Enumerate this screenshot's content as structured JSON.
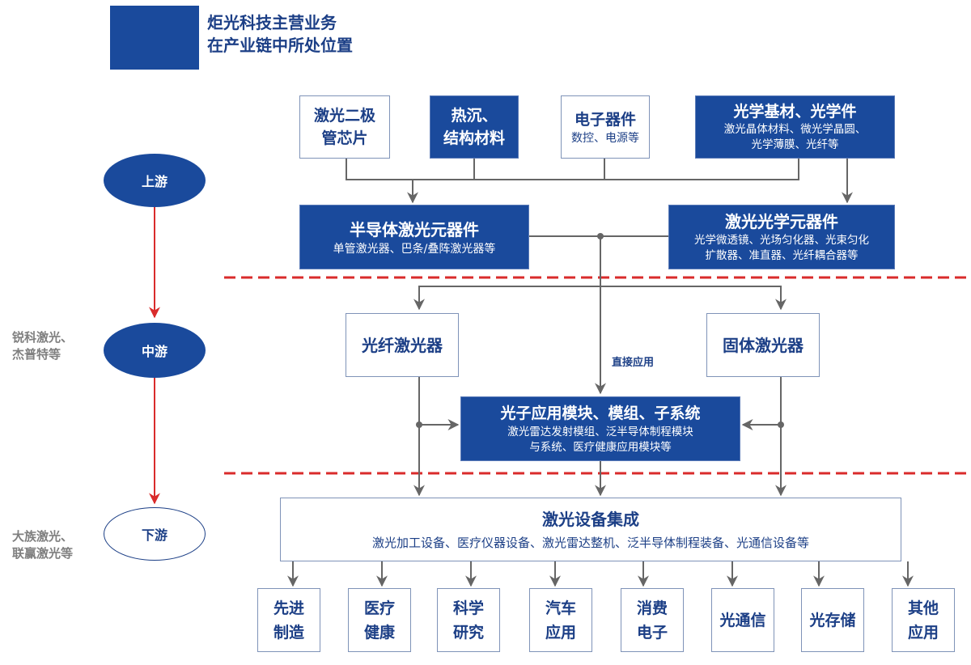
{
  "header": {
    "title_line1": "炬光科技主营业务",
    "title_line2": "在产业链中所处位置"
  },
  "stages": {
    "upstream": "上游",
    "midstream": "中游",
    "downstream": "下游"
  },
  "side_labels": {
    "midstream_line1": "锐科激光、",
    "midstream_line2": "杰普特等",
    "downstream_line1": "大族激光、",
    "downstream_line2": "联赢激光等"
  },
  "upstream_inputs": [
    {
      "title_line1": "激光二极",
      "title_line2": "管芯片",
      "style": "white"
    },
    {
      "title_line1": "热沉、",
      "title_line2": "结构材料",
      "style": "blue"
    },
    {
      "title": "电子器件",
      "sub": "数控、电源等",
      "style": "white"
    },
    {
      "title": "光学基材、光学件",
      "sub_line1": "激光晶体材料、微光学晶圆、",
      "sub_line2": "光学薄膜、光纤等",
      "style": "blue"
    }
  ],
  "components": {
    "semiconductor": {
      "title": "半导体激光元器件",
      "sub": "单管激光器、巴条/叠阵激光器等"
    },
    "optics": {
      "title": "激光光学元器件",
      "sub_line1": "光学微透镜、光场匀化器、光束匀化",
      "sub_line2": "扩散器、准直器、光纤耦合器等"
    }
  },
  "midstream": {
    "fiber_laser": "光纤激光器",
    "solid_laser": "固体激光器",
    "direct_application": "直接应用",
    "module": {
      "title": "光子应用模块、模组、子系统",
      "sub_line1": "激光雷达发射模组、泛半导体制程模块",
      "sub_line2": "与系统、医疗健康应用模块等"
    }
  },
  "downstream": {
    "integration": {
      "title": "激光设备集成",
      "sub": "激光加工设备、医疗仪器设备、激光雷达整机、泛半导体制程装备、光通信设备等"
    },
    "applications": [
      {
        "line1": "先进",
        "line2": "制造"
      },
      {
        "line1": "医疗",
        "line2": "健康"
      },
      {
        "line1": "科学",
        "line2": "研究"
      },
      {
        "line1": "汽车",
        "line2": "应用"
      },
      {
        "line1": "消费",
        "line2": "电子"
      },
      {
        "line1": "光通信",
        "line2": ""
      },
      {
        "line1": "光存储",
        "line2": ""
      },
      {
        "line1": "其他",
        "line2": "应用"
      }
    ]
  },
  "colors": {
    "brand_blue": "#1a4a9c",
    "text_blue": "#1c3f86",
    "divider_red": "#d92b2b",
    "connector_gray": "#666666",
    "label_gray": "#7f7f7f"
  }
}
